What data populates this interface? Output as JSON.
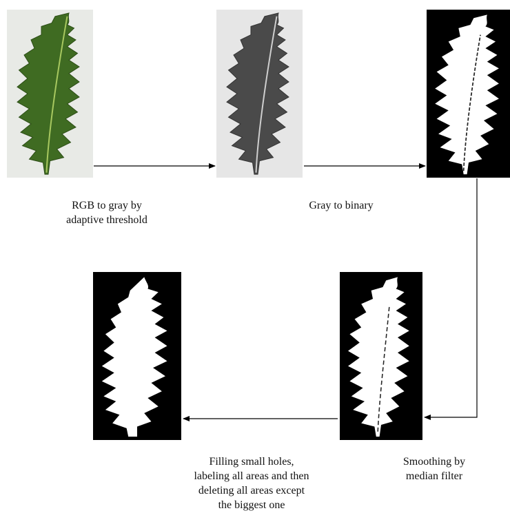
{
  "steps": [
    {
      "id": "rgb",
      "image": "color-leaf"
    },
    {
      "id": "gray",
      "image": "gray-leaf"
    },
    {
      "id": "binary",
      "image": "binary-leaf"
    },
    {
      "id": "smoothed",
      "image": "smoothed-leaf"
    },
    {
      "id": "filled",
      "image": "filled-leaf"
    }
  ],
  "labels": {
    "rgb_to_gray": [
      "RGB to gray by",
      "adaptive threshold"
    ],
    "gray_to_binary": [
      "Gray to binary"
    ],
    "smoothing": [
      "Smoothing by",
      "median filter"
    ],
    "filling": [
      "Filling small holes,",
      "labeling all areas and then",
      "deleting all areas except",
      "the biggest one"
    ]
  },
  "colors": {
    "leaf_green": "#3f6b22",
    "leaf_vein": "#9fbf5a",
    "gray_bg": "#e6e6e6",
    "leaf_gray": "#4a4a4a",
    "binary_bg": "#000000",
    "binary_fg": "#ffffff",
    "arrow": "#000000"
  }
}
